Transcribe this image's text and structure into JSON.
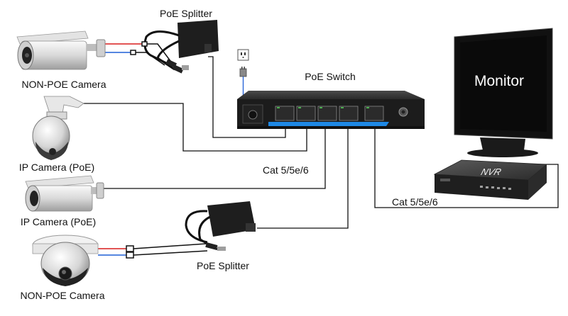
{
  "labels": {
    "poe_splitter_top": "PoE Splitter",
    "poe_splitter_bottom": "PoE Splitter",
    "poe_switch": "PoE Switch",
    "non_poe_camera_top": "NON-POE Camera",
    "non_poe_camera_bottom": "NON-POE Camera",
    "ip_camera_dome": "IP Camera (PoE)",
    "ip_camera_bullet": "IP Camera (PoE)",
    "cable_left": "Cat 5/5e/6",
    "cable_right": "Cat 5/5e/6",
    "monitor": "Monitor",
    "nvr": "NVR"
  },
  "colors": {
    "cable": "#111111",
    "power_red": "#d81b1b",
    "power_blue": "#1f5fd6",
    "switch_body": "#1c1c1c",
    "switch_accent": "#1e88e5",
    "monitor_screen": "#0a0a0a"
  }
}
